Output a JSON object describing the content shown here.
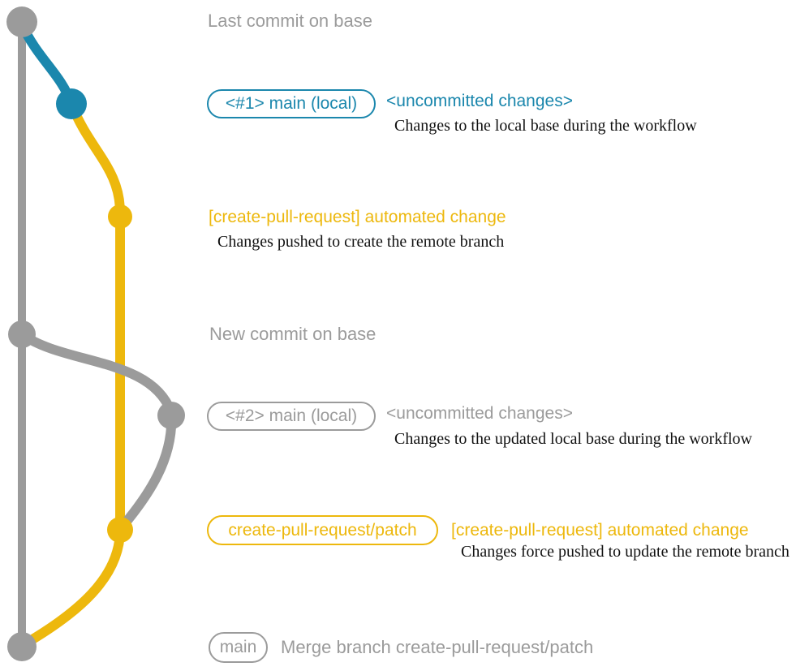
{
  "colors": {
    "gray": "#9b9b9b",
    "blue": "#1b87ad",
    "yellow": "#edb80d",
    "ink": "#111111",
    "bg": "#ffffff"
  },
  "rows": {
    "last_commit": {
      "title": "Last commit on base"
    },
    "local_main_1": {
      "badge": "<#1> main (local)",
      "note": "<uncommitted changes>",
      "detail": "Changes to the local base during the workflow"
    },
    "patch_1": {
      "note": "[create-pull-request] automated change",
      "detail": "Changes pushed to create the remote branch"
    },
    "new_commit": {
      "title": "New commit on base"
    },
    "local_main_2": {
      "badge": "<#2> main (local)",
      "note": "<uncommitted changes>",
      "detail": "Changes to the updated local base during the workflow"
    },
    "patch_2": {
      "badge": "create-pull-request/patch",
      "note": "[create-pull-request] automated change",
      "detail": "Changes force pushed to update the remote branch"
    },
    "merge": {
      "badge": "main",
      "title": "Merge branch create-pull-request/patch"
    }
  }
}
